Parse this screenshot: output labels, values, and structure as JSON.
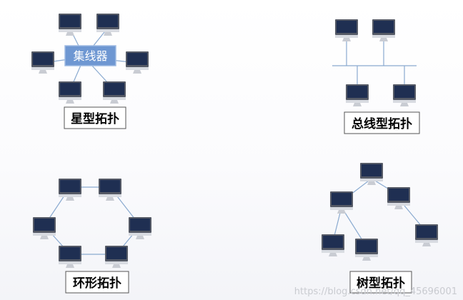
{
  "colors": {
    "hub_fill": "#6e97d2",
    "hub_border": "#9fbbe3",
    "link": "#8aaad0",
    "monitor_body": "#1f2f52",
    "monitor_frame": "#555a66",
    "monitor_stand": "#c9ccd3"
  },
  "icon": "computer-monitor-icon",
  "star": {
    "label": "星型拓扑",
    "hub_label": "集线器"
  },
  "bus": {
    "label": "总线型拓扑"
  },
  "ring": {
    "label": "环形拓扑"
  },
  "tree": {
    "label": "树型拓扑"
  },
  "watermark": "https://blog.csdn.net/qq_45696001"
}
